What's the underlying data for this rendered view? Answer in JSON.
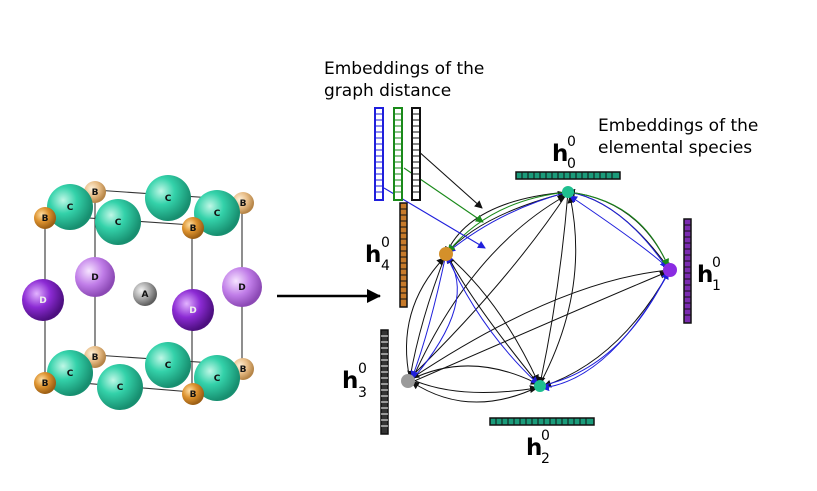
{
  "captions": {
    "graph_distance": [
      "Embeddings of the",
      "graph distance"
    ],
    "elemental_species": [
      "Embeddings of the",
      "elemental species"
    ]
  },
  "atom_labels": {
    "a": "A",
    "b": "B",
    "c": "C",
    "d": "D"
  },
  "nodes": [
    {
      "id": "h0",
      "letter": "h",
      "sub": "0",
      "sup": "0",
      "color": "#1fbf8f",
      "vector_color": "#1a9b7a"
    },
    {
      "id": "h1",
      "letter": "h",
      "sub": "1",
      "sup": "0",
      "color": "#8a2be2",
      "vector_color": "#7a2bb0"
    },
    {
      "id": "h2",
      "letter": "h",
      "sub": "2",
      "sup": "0",
      "color": "#1fbf8f",
      "vector_color": "#1a9b7a"
    },
    {
      "id": "h3",
      "letter": "h",
      "sub": "3",
      "sup": "0",
      "color": "#9a9a9a",
      "vector_color": "#333333"
    },
    {
      "id": "h4",
      "letter": "h",
      "sub": "4",
      "sup": "0",
      "color": "#d4902a",
      "vector_color": "#c77a2a"
    }
  ],
  "distance_embeddings": [
    {
      "name": "blue",
      "color": "#1f1fdc"
    },
    {
      "name": "green",
      "color": "#1a8a1a"
    },
    {
      "name": "black",
      "color": "#111111"
    }
  ],
  "atom_colors": {
    "a": "#9a9a9a",
    "b": "#d68b2c",
    "c": "#2fd0a8",
    "d": "#8b2bd0"
  }
}
